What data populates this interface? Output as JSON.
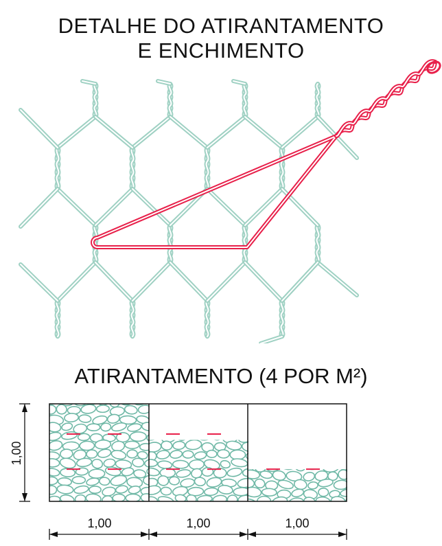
{
  "title_line1": "DETALHE DO ATIRANTAMENTO",
  "title_line2": "E ENCHIMENTO",
  "subtitle": "ATIRANTAMENTO (4 POR M²)",
  "dimensions": {
    "height_label": "1,00",
    "width_labels": [
      "1,00",
      "1,00",
      "1,00"
    ]
  },
  "colors": {
    "mesh": "#9fd1c3",
    "tie_wire": "#e8204a",
    "outline": "#111111",
    "stone": "#6fb8a6"
  },
  "fill_levels": [
    1.0,
    0.63,
    0.33
  ]
}
